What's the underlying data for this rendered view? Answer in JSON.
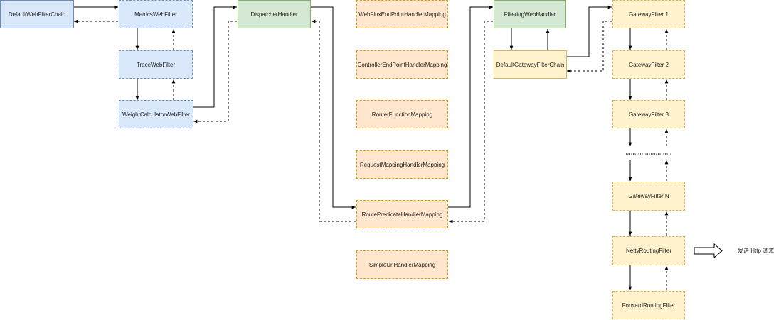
{
  "nodes": {
    "default_web_filter_chain": "DefaultWebFilterChain",
    "metrics_web_filter": "MetricsWebFilter",
    "trace_web_filter": "TraceWebFilter",
    "weight_calculator_web_filter": "WeightCalculatorWebFilter",
    "dispatcher_handler": "DispatcherHandler",
    "webflux_endpoint_handler_mapping": "WebFluxEndPointHandlerMapping",
    "controller_endpoint_handler_mapping": "ControllerEndPointHandlerMapping",
    "router_function_mapping": "RouterFunctionMapping",
    "request_mapping_handler_mapping": "RequestMappingHandlerMapping",
    "route_predicate_handler_mapping": "RoutePredicateHandlerMapping",
    "simple_url_handler_mapping": "SimpleUrlHandlerMapping",
    "filtering_web_handler": "FilteringWebHandler",
    "default_gateway_filter_chain": "DefaultGatewayFilterChain",
    "gateway_filter_1": "GatewayFilter 1",
    "gateway_filter_2": "GatewayFilter 2",
    "gateway_filter_3": "GatewayFilter 3",
    "gateway_filter_n": "GatewayFilter N",
    "netty_routing_filter": "NettyRoutingFilter",
    "forward_routing_filter": "ForwardRoutingFilter"
  },
  "send_request_label": "发送 Http 请求",
  "colors": {
    "blue_fill": "#dae8fc",
    "blue_stroke": "#6c8ebf",
    "green_fill": "#d5e8d4",
    "green_stroke": "#82b366",
    "orange_fill": "#ffe6cc",
    "orange_stroke": "#d79b00",
    "yellow_fill": "#fff2cc",
    "yellow_stroke": "#d6b656",
    "edge": "#000000"
  }
}
